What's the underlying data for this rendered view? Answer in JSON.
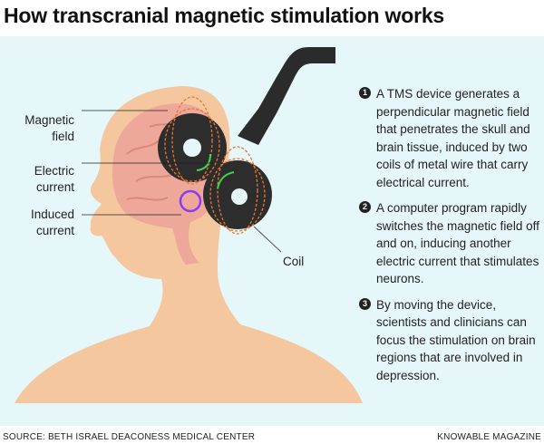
{
  "title": "How transcranial magnetic stimulation works",
  "labels": {
    "magnetic_field": "Magnetic field",
    "electric_current": "Electric current",
    "induced_current": "Induced current",
    "coil": "Coil"
  },
  "steps": [
    {
      "number": "1",
      "text": "A TMS device generates a perpendicular magnetic field that penetrates the skull and brain tissue, induced by two coils of metal wire that carry electrical current."
    },
    {
      "number": "2",
      "text": "A computer program rapidly switches the magnetic field off and on, inducing another electric current that stimulates neurons."
    },
    {
      "number": "3",
      "text": "By moving the device, scientists and clinicians can focus the stimulation on brain regions that are involved in depression."
    }
  ],
  "footer": {
    "source": "SOURCE: BETH ISRAEL DEACONESS MEDICAL CENTER",
    "credit": "KNOWABLE MAGAZINE"
  },
  "colors": {
    "background": "#e6f7fa",
    "skin": "#f5c79f",
    "brain": "#eea89a",
    "coil": "#2b2b2b",
    "field": "#e8752e",
    "current": "#3fd84a",
    "induced": "#8a3cf0"
  }
}
